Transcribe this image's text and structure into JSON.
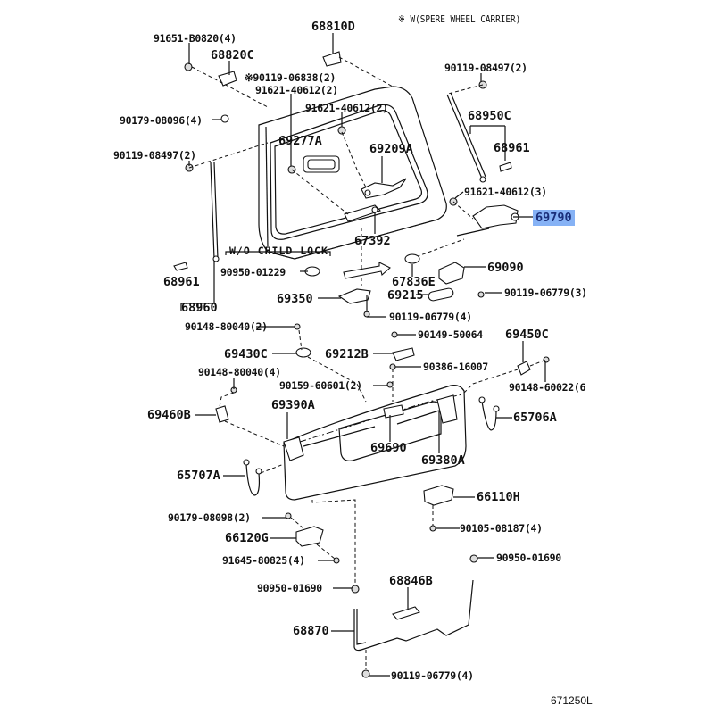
{
  "diagram": {
    "title_note": "※ W(SPERE WHEEL CARRIER)",
    "figure_code": "671250L",
    "subgroup_label": "W/O CHILD LOCK",
    "highlight_color": "#86b2f5",
    "highlighted_part": "69790",
    "parts": [
      {
        "id": "p91651",
        "label": "91651-B0820(4)"
      },
      {
        "id": "p68810D",
        "label": "68810D"
      },
      {
        "id": "p68820C",
        "label": "68820C"
      },
      {
        "id": "p90119_06838",
        "label": "※90119-06838(2)"
      },
      {
        "id": "p91621_a",
        "label": "91621-40612(2)"
      },
      {
        "id": "p90119_08497_r",
        "label": "90119-08497(2)"
      },
      {
        "id": "p90179_08096",
        "label": "90179-08096(4)"
      },
      {
        "id": "p91621_b",
        "label": "91621-40612(2)"
      },
      {
        "id": "p68950C",
        "label": "68950C"
      },
      {
        "id": "p90119_08497_l",
        "label": "90119-08497(2)"
      },
      {
        "id": "p69277A",
        "label": "69277A"
      },
      {
        "id": "p69209A",
        "label": "69209A"
      },
      {
        "id": "p68961_r",
        "label": "68961"
      },
      {
        "id": "p91621_c",
        "label": "91621-40612(3)"
      },
      {
        "id": "p69790",
        "label": "69790"
      },
      {
        "id": "p67392",
        "label": "67392"
      },
      {
        "id": "p90950_01229",
        "label": "90950-01229"
      },
      {
        "id": "p69090",
        "label": "69090"
      },
      {
        "id": "p68961_l",
        "label": "68961"
      },
      {
        "id": "p67836E",
        "label": "67836E"
      },
      {
        "id": "p69350",
        "label": "69350"
      },
      {
        "id": "p69215",
        "label": "69215"
      },
      {
        "id": "p90119_06779_3",
        "label": "90119-06779(3)"
      },
      {
        "id": "p68960",
        "label": "68960"
      },
      {
        "id": "p90119_06779_4a",
        "label": "90119-06779(4)"
      },
      {
        "id": "p90148_80040_2",
        "label": "90148-80040(2)"
      },
      {
        "id": "p90149_50064",
        "label": "90149-50064"
      },
      {
        "id": "p69450C",
        "label": "69450C"
      },
      {
        "id": "p69430C",
        "label": "69430C"
      },
      {
        "id": "p69212B",
        "label": "69212B"
      },
      {
        "id": "p90386_16007",
        "label": "90386-16007"
      },
      {
        "id": "p90148_80040_4",
        "label": "90148-80040(4)"
      },
      {
        "id": "p90148_60022",
        "label": "90148-60022(6"
      },
      {
        "id": "p90159_60601",
        "label": "90159-60601(2)"
      },
      {
        "id": "p69390A",
        "label": "69390A"
      },
      {
        "id": "p69460B",
        "label": "69460B"
      },
      {
        "id": "p65706A",
        "label": "65706A"
      },
      {
        "id": "p69690",
        "label": "69690"
      },
      {
        "id": "p69380A",
        "label": "69380A"
      },
      {
        "id": "p65707A",
        "label": "65707A"
      },
      {
        "id": "p66110H",
        "label": "66110H"
      },
      {
        "id": "p90179_08098",
        "label": "90179-08098(2)"
      },
      {
        "id": "p90105_08187",
        "label": "90105-08187(4)"
      },
      {
        "id": "p66120G",
        "label": "66120G"
      },
      {
        "id": "p90950_01690_r",
        "label": "90950-01690"
      },
      {
        "id": "p91645_80825",
        "label": "91645-80825(4)"
      },
      {
        "id": "p90950_01690_l",
        "label": "90950-01690"
      },
      {
        "id": "p68846B",
        "label": "68846B"
      },
      {
        "id": "p68870",
        "label": "68870"
      },
      {
        "id": "p90119_06779_4b",
        "label": "90119-06779(4)"
      }
    ]
  }
}
